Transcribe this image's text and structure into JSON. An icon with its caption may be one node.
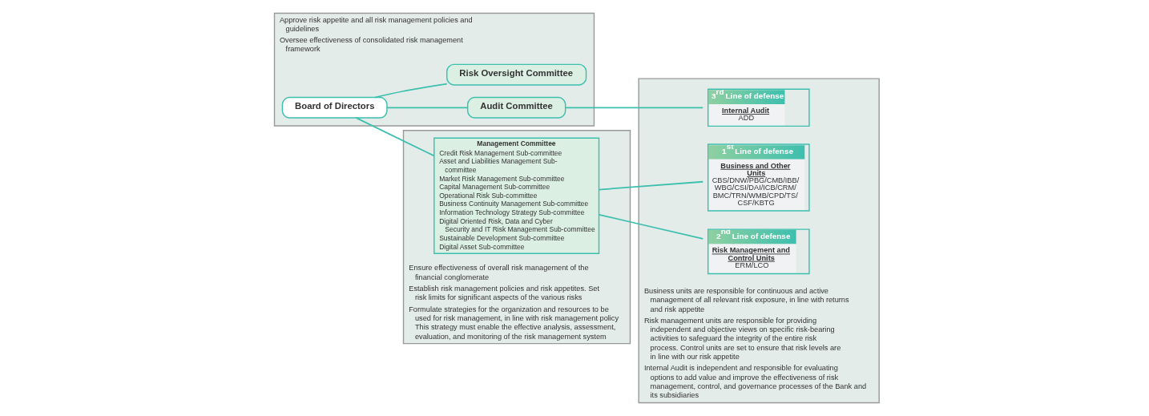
{
  "diagram": {
    "nodes": [
      {
        "text": [
          "Approve risk appetite and all risk management policies and guidelines",
          "Oversee effectiveness of consolidated risk management framework"
        ]
      },
      {
        "text": [
          "Board of Directors"
        ],
        "in": 0
      },
      {
        "text": [
          "Risk Oversight Committee"
        ],
        "in": 0
      },
      {
        "text": [
          "Audit Committee"
        ],
        "in": 0
      },
      {
        "text": [
          "Ensure effectiveness of overall risk management of the financial conglomerate",
          "Establish risk management policies and risk appetites. Set risk limits for significant aspects of the various risks",
          "Formulate strategies for the organization and resources to be used for risk management, in line with risk management policy",
          "This strategy must enable the effective analysis, assessment, evaluation, and monitoring of the risk management system"
        ]
      },
      {
        "text": [
          "Management Committee",
          "Credit Risk Management Sub-committee",
          "Asset and Liabilities Management Sub-committee",
          "Market Risk Management Sub-committee",
          "Capital Management Sub-committee",
          "Operational Risk Sub-committee",
          "Business Continuity Management Sub-committee",
          "Information Technology Strategy Sub-committee",
          "Digital Oriented Risk, Data and Cyber Security and IT Risk Management Sub-committee",
          "Sustainable Development Sub-committee",
          "Digital Asset Sub-committee"
        ],
        "in": 4
      },
      {
        "text": [
          "Business units are responsible for continuous and active management of all relevant risk exposure, in line with returns and risk appetite",
          "Risk management units are responsible for providing independent and objective views on specific risk-bearing activities to safeguard the integrity of the entire risk process. Control units are set to ensure that risk levels are in line with our risk appetite",
          "Internal Audit is independent and responsible for evaluating options to add value and improve the effectiveness of risk management, control, and governance processes of the Bank and its subsidiaries"
        ]
      },
      {
        "text": [
          "1$^{st}$ Line of defense",
          "Business and Other Units",
          "CBS/DNW/PBG/CMB/IBB/WBG/CSI/DAI/ICB/CRM/BMC/TRN/WMB/CPD/TS/CSF/KBTG"
        ],
        "in": 6
      },
      {
        "text": [
          "2$^{nd}$ Line of defense",
          "Risk Management and Control Units",
          "ERM/LCO"
        ],
        "in": 6
      },
      {
        "text": [
          "3$^{rd}$ Line of defense",
          "Internal Audit",
          "ADD"
        ],
        "in": 6
      }
    ],
    "edges": [
      {
        "from": 1,
        "to": 2,
        "arrow": "none"
      },
      {
        "from": 1,
        "to": 3,
        "arrow": "none"
      },
      {
        "from": 1,
        "to": 5,
        "arrow": "none"
      },
      {
        "from": 5,
        "to": 7,
        "arrow": "none"
      },
      {
        "from": 5,
        "to": 8,
        "arrow": "none"
      },
      {
        "from": 3,
        "to": 9,
        "arrow": "none"
      }
    ]
  }
}
